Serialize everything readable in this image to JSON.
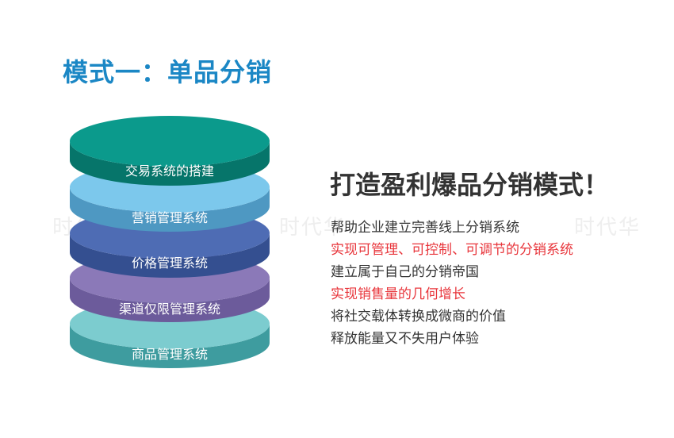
{
  "title": "模式一：单品分销",
  "watermark": "时代华",
  "heading": "打造盈利爆品分销模式！",
  "layers": [
    {
      "label": "交易系统的搭建",
      "top": "#0b9a8c",
      "side": "#06756a"
    },
    {
      "label": "营销管理系统",
      "top": "#7cc8ec",
      "side": "#4e98c2"
    },
    {
      "label": "价格管理系统",
      "top": "#4e6cb4",
      "side": "#344f90"
    },
    {
      "label": "渠道仅限管理系统",
      "top": "#8b79b8",
      "side": "#6c5b9b"
    },
    {
      "label": "商品管理系统",
      "top": "#7ccccf",
      "side": "#3e9c9f"
    }
  ],
  "points": [
    {
      "text": "帮助企业建立完善线上分销系统",
      "highlight": false
    },
    {
      "text": "实现可管理、可控制、可调节的分销系统",
      "highlight": true
    },
    {
      "text": "建立属于自己的分销帝国",
      "highlight": false
    },
    {
      "text": "实现销售量的几何增长",
      "highlight": true
    },
    {
      "text": "将社交载体转换成微商的价值",
      "highlight": false
    },
    {
      "text": "释放能量又不失用户体验",
      "highlight": false
    }
  ]
}
